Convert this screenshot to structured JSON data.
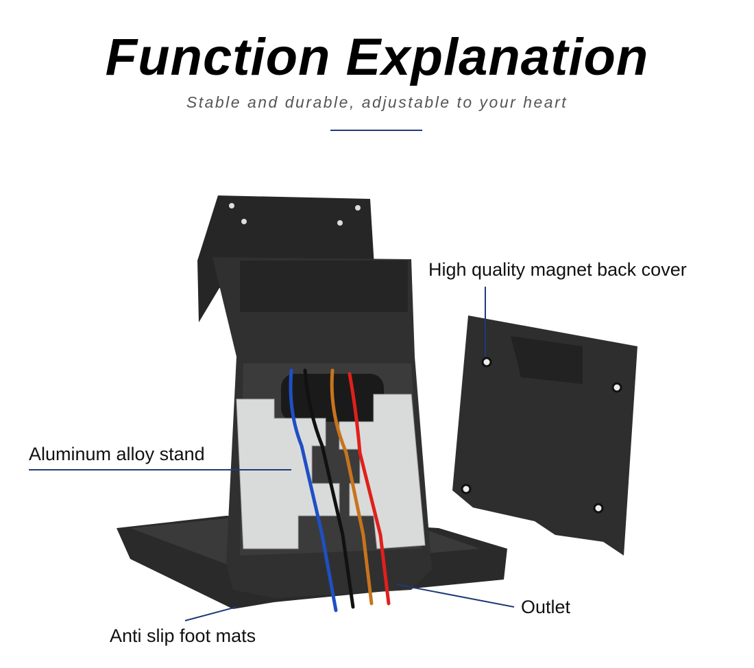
{
  "header": {
    "title": "Function Explanation",
    "subtitle": "Stable and durable, adjustable to your heart"
  },
  "callouts": {
    "back_cover": "High quality magnet back cover",
    "stand": "Aluminum alloy stand",
    "outlet": "Outlet",
    "foot_mats": "Anti slip foot mats"
  },
  "colors": {
    "accent": "#1e3a78",
    "body": "#2b2b2b",
    "plate": "#d9dbdb",
    "wire_blue": "#1f4fc4",
    "wire_black": "#111111",
    "wire_orange": "#c8741c",
    "wire_red": "#e0201c"
  }
}
